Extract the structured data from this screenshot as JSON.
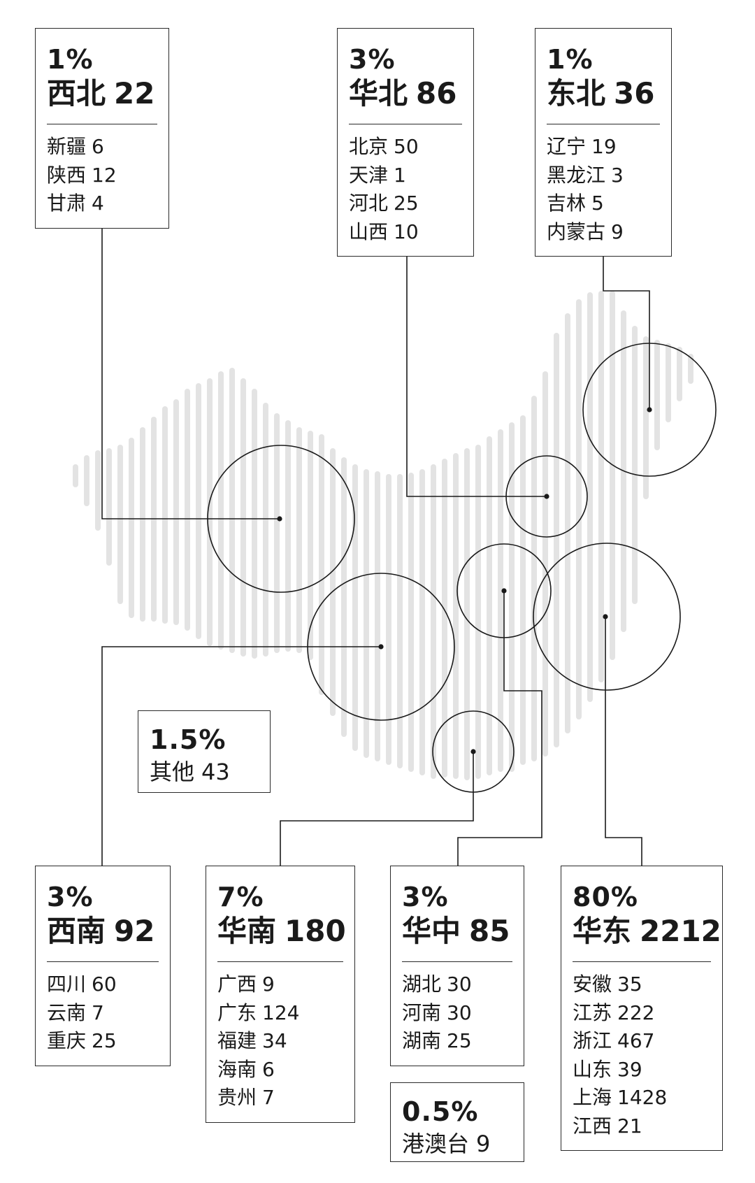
{
  "regions": [
    {
      "key": "northwest",
      "percent": "1%",
      "name": "西北",
      "count": "22",
      "items": [
        {
          "name": "新疆",
          "count": "6"
        },
        {
          "name": "陕西",
          "count": "12"
        },
        {
          "name": "甘肃",
          "count": "4"
        }
      ]
    },
    {
      "key": "north",
      "percent": "3%",
      "name": "华北",
      "count": "86",
      "items": [
        {
          "name": "北京",
          "count": "50"
        },
        {
          "name": "天津",
          "count": "1"
        },
        {
          "name": "河北",
          "count": "25"
        },
        {
          "name": "山西",
          "count": "10"
        }
      ]
    },
    {
      "key": "northeast",
      "percent": "1%",
      "name": "东北",
      "count": "36",
      "items": [
        {
          "name": "辽宁",
          "count": "19"
        },
        {
          "name": "黑龙江",
          "count": "3"
        },
        {
          "name": "吉林",
          "count": "5"
        },
        {
          "name": "内蒙古",
          "count": "9"
        }
      ]
    },
    {
      "key": "southwest",
      "percent": "3%",
      "name": "西南",
      "count": "92",
      "items": [
        {
          "name": "四川",
          "count": "60"
        },
        {
          "name": "云南",
          "count": "7"
        },
        {
          "name": "重庆",
          "count": "25"
        }
      ]
    },
    {
      "key": "south",
      "percent": "7%",
      "name": "华南",
      "count": "180",
      "items": [
        {
          "name": "广西",
          "count": "9"
        },
        {
          "name": "广东",
          "count": "124"
        },
        {
          "name": "福建",
          "count": "34"
        },
        {
          "name": "海南",
          "count": "6"
        },
        {
          "name": "贵州",
          "count": "7"
        }
      ]
    },
    {
      "key": "central",
      "percent": "3%",
      "name": "华中",
      "count": "85",
      "items": [
        {
          "name": "湖北",
          "count": "30"
        },
        {
          "name": "河南",
          "count": "30"
        },
        {
          "name": "湖南",
          "count": "25"
        }
      ]
    },
    {
      "key": "east",
      "percent": "80%",
      "name": "华东",
      "count": "2212",
      "items": [
        {
          "name": "安徽",
          "count": "35"
        },
        {
          "name": "江苏",
          "count": "222"
        },
        {
          "name": "浙江",
          "count": "467"
        },
        {
          "name": "山东",
          "count": "39"
        },
        {
          "name": "上海",
          "count": "1428"
        },
        {
          "name": "江西",
          "count": "21"
        }
      ]
    }
  ],
  "others": [
    {
      "key": "other",
      "percent": "1.5%",
      "name": "其他",
      "count": "43"
    },
    {
      "key": "hkmotw",
      "percent": "0.5%",
      "name": "港澳台",
      "count": "9"
    }
  ],
  "colors": {
    "stripe": "#e3e3e3",
    "line": "#1a1a1a",
    "border": "#2a2a2a"
  }
}
